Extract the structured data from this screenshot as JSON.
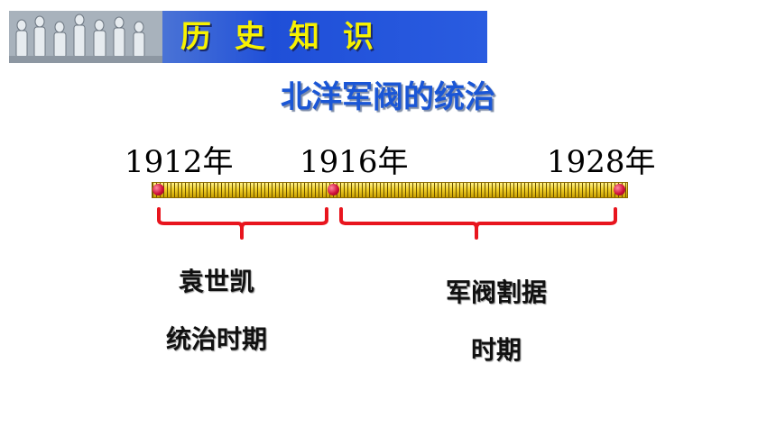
{
  "header": {
    "title": "历史知识",
    "relief_image": "stone-relief-figures"
  },
  "subtitle": "北洋军阀的统治",
  "timeline": {
    "years": [
      "1912年",
      "1916年",
      "1928年"
    ],
    "periods": [
      {
        "line1": "袁世凯",
        "line2": "统治时期"
      },
      {
        "line1": "军阀割据",
        "line2": "时期"
      }
    ]
  },
  "colors": {
    "banner_blue": "#1f4fd8",
    "title_yellow": "#f7f200",
    "subtitle_blue": "#1a56d6",
    "brace_red": "#e8151e",
    "ruler_yellow": "#f0cf2a",
    "marker_red": "#d0103a"
  }
}
